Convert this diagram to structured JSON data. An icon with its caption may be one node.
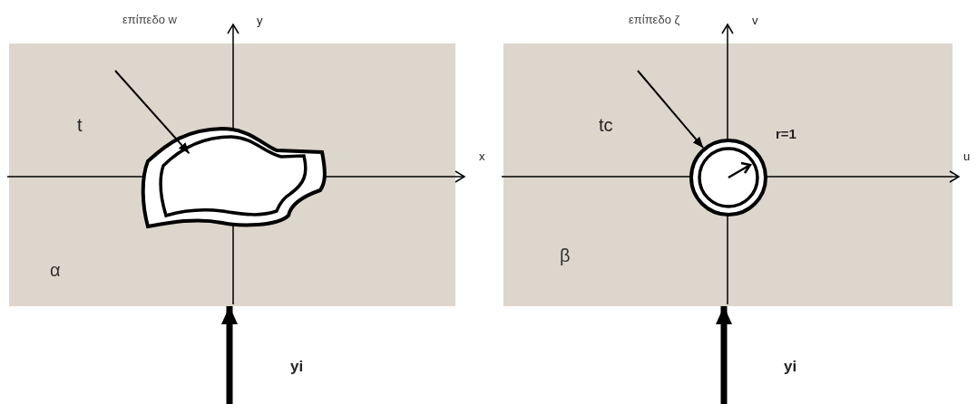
{
  "diagram": {
    "nodes": [
      {
        "text": [
          "επίπεδο w",
          "α"
        ]
      },
      {
        "text": [],
        "shape": "picture",
        "in": 0
      },
      {
        "text": [
          "επίπεδο ζ",
          "β"
        ]
      },
      {
        "text": [],
        "shape": "circle",
        "in": 2
      }
    ],
    "edges": [
      {
        "from": null,
        "to": 1,
        "arrow": "to"
      },
      {
        "from": null,
        "to": 0,
        "arrow": "to",
        "style": "thick"
      },
      {
        "from": null,
        "to": 3,
        "arrow": "to"
      },
      {
        "from": null,
        "to": 2,
        "arrow": "to",
        "style": "thick"
      }
    ],
    "labels": [
      "y",
      "x",
      "t",
      "yi",
      "v",
      "u",
      "tc",
      "r=1",
      "yi"
    ]
  }
}
